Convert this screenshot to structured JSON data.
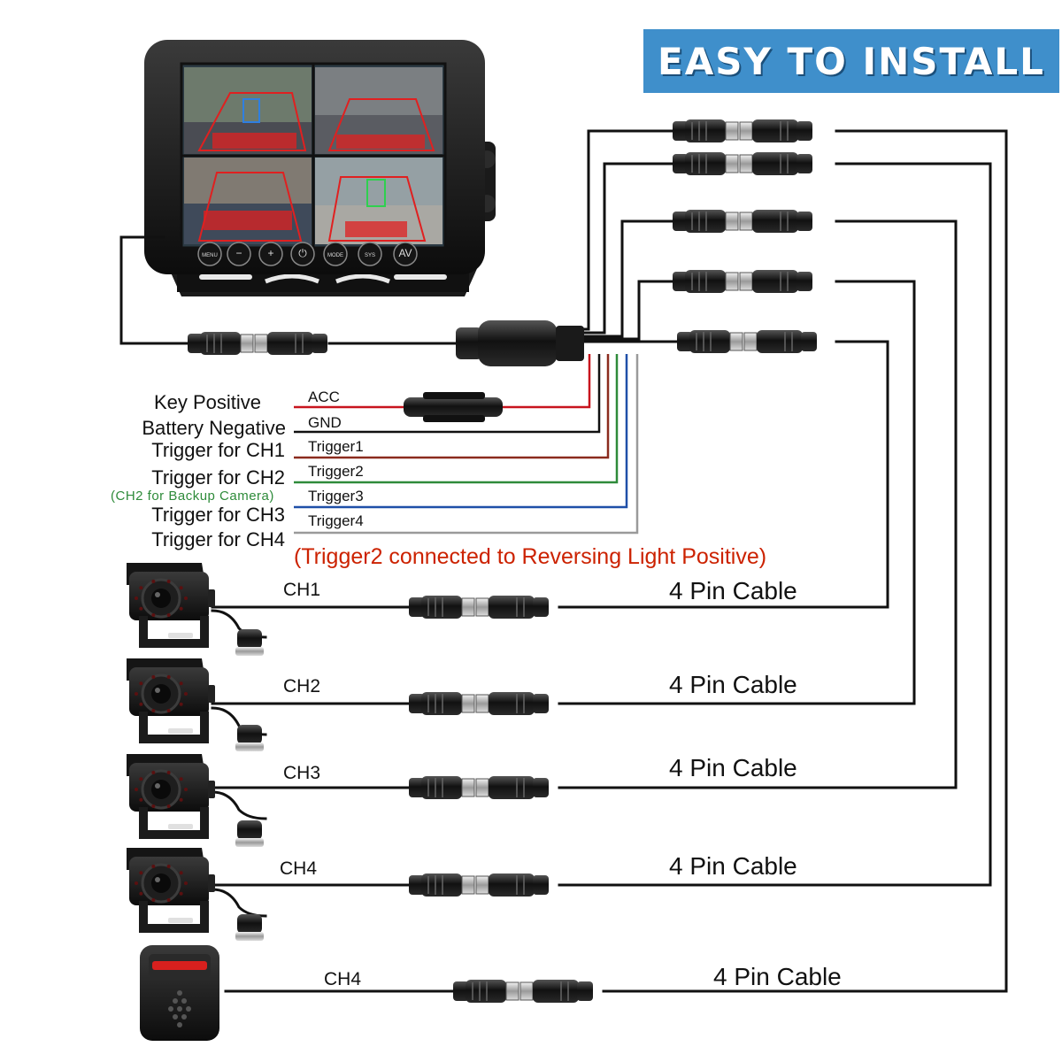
{
  "banner": {
    "title": "EASY TO INSTALL"
  },
  "monitor": {
    "buttons": [
      "MENU",
      "−",
      "+",
      "⏻",
      "MODE",
      "SYS",
      "AV"
    ]
  },
  "wires": {
    "labels": [
      "Key Positive",
      "Battery Negative",
      "Trigger for CH1",
      "Trigger for CH2",
      "Trigger for CH3",
      "Trigger for CH4"
    ],
    "ch2_note": "(CH2 for Backup Camera)",
    "tags": [
      "ACC",
      "GND",
      "Trigger1",
      "Trigger2",
      "Trigger3",
      "Trigger4"
    ],
    "colors": [
      "#c8141e",
      "#111111",
      "#8b2b1e",
      "#2e8b3a",
      "#1f4fa8",
      "#9a9a9a"
    ]
  },
  "note": "(Trigger2 connected to Reversing Light Positive)",
  "devices": [
    {
      "channel": "CH1",
      "cable": "4 Pin Cable",
      "icon": "camera-icon"
    },
    {
      "channel": "CH2",
      "cable": "4 Pin Cable",
      "icon": "camera-icon"
    },
    {
      "channel": "CH3",
      "cable": "4 Pin Cable",
      "icon": "camera-icon"
    },
    {
      "channel": "CH4",
      "cable": "4 Pin Cable",
      "icon": "camera-icon"
    },
    {
      "channel": "CH4",
      "cable": "4 Pin Cable",
      "icon": "radar-sensor-icon"
    }
  ]
}
